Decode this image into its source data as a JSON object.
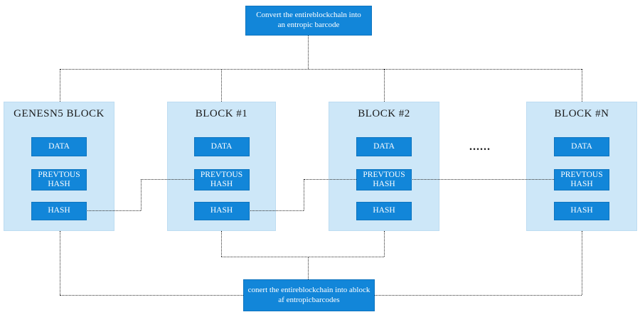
{
  "diagram": {
    "top_box": {
      "label": "Convert the entireblockchaln into an entropic barcode"
    },
    "bottom_box": {
      "label": "conert the entireblockchain into ablock af entropicbarcodes"
    },
    "ellipsis": "......",
    "blocks": [
      {
        "title": "GENESN5 BLOCK",
        "items": [
          "DATA",
          "PREVTOUS HASH",
          "HASH"
        ]
      },
      {
        "title": "BLOCK #1",
        "items": [
          "DATA",
          "PREVTOUS HASH",
          "HASH"
        ]
      },
      {
        "title": "BLOCK #2",
        "items": [
          "DATA",
          "PREVTOUS HASH",
          "HASH"
        ]
      },
      {
        "title": "BLOCK #N",
        "items": [
          "DATA",
          "PREVTOUS HASH",
          "HASH"
        ]
      }
    ],
    "colors": {
      "accent_blue": "#1286d9",
      "block_background": "#cde7f8",
      "line_color": "#2b2b2b"
    }
  }
}
